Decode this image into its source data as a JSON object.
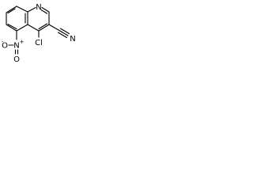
{
  "molecule": {
    "atoms": {
      "ring_n": "N",
      "cyano_n": "N",
      "chlorine": "Cl",
      "nitro_n": "N",
      "nitro_o_left": "O",
      "nitro_o_bottom": "O",
      "nitro_plus": "+",
      "nitro_minus": "-"
    }
  }
}
